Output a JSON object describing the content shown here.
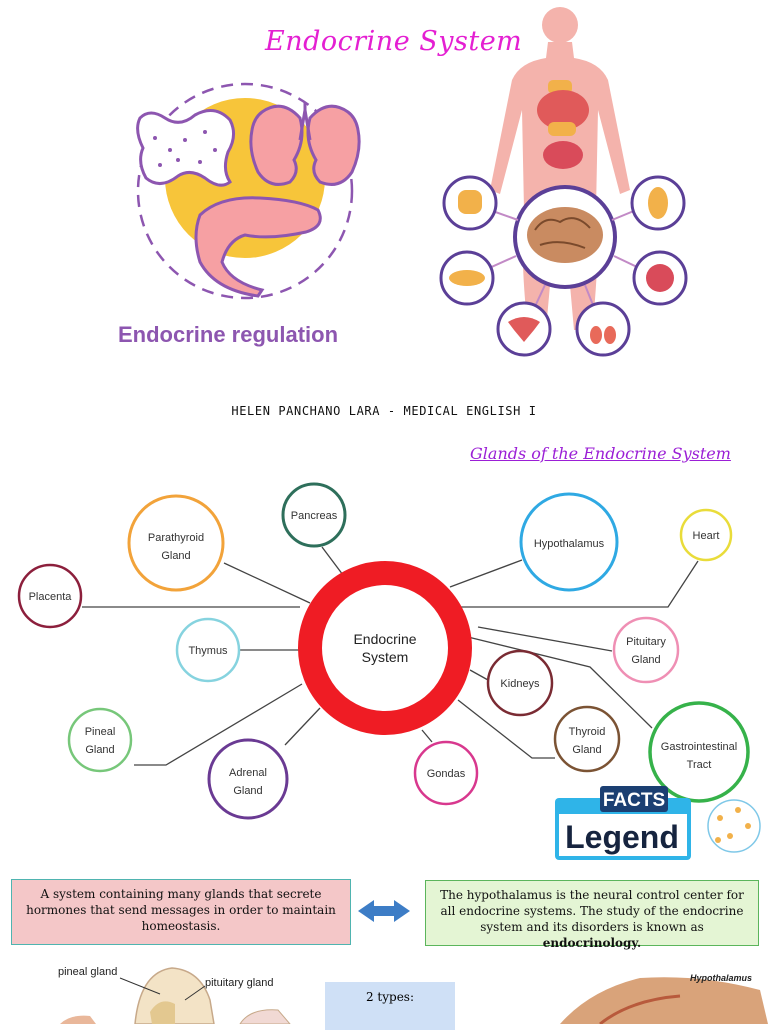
{
  "title": "Endocrine System",
  "regulation_label": "Endocrine regulation",
  "author_line": "HELEN PANCHANO LARA - MEDICAL ENGLISH I",
  "glands_heading": "Glands of the Endocrine System",
  "diagram": {
    "center": [
      "Endocrine",
      "System"
    ],
    "nodes": [
      {
        "id": "parathyroid",
        "lines": [
          "Parathyroid",
          "Gland"
        ],
        "color": "#f2a33a"
      },
      {
        "id": "pancreas",
        "lines": [
          "Pancreas"
        ],
        "color": "#2e6f5b"
      },
      {
        "id": "hypothalamus",
        "lines": [
          "Hypothalamus"
        ],
        "color": "#2fa9e3"
      },
      {
        "id": "heart",
        "lines": [
          "Heart"
        ],
        "color": "#e9dc3a"
      },
      {
        "id": "placenta",
        "lines": [
          "Placenta"
        ],
        "color": "#8c1f3c"
      },
      {
        "id": "thymus",
        "lines": [
          "Thymus"
        ],
        "color": "#86d3df"
      },
      {
        "id": "pituitary",
        "lines": [
          "Pituitary",
          "Gland"
        ],
        "color": "#ef8fb4"
      },
      {
        "id": "kidneys",
        "lines": [
          "Kidneys"
        ],
        "color": "#7a2b33"
      },
      {
        "id": "pineal",
        "lines": [
          "Pineal",
          "Gland"
        ],
        "color": "#77c77a"
      },
      {
        "id": "thyroid",
        "lines": [
          "Thyroid",
          "Gland"
        ],
        "color": "#7b5334"
      },
      {
        "id": "gastro",
        "lines": [
          "Gastrointestinal",
          "Tract"
        ],
        "color": "#36b24a"
      },
      {
        "id": "adrenal",
        "lines": [
          "Adrenal",
          "Gland"
        ],
        "color": "#6a3a93"
      },
      {
        "id": "gondas",
        "lines": [
          "Gondas"
        ],
        "color": "#d8388e"
      }
    ]
  },
  "facts_logo": {
    "line1": "FACTS",
    "line2": "Legend"
  },
  "box_left": "A system  containing many glands that secrete hormones that send messages in order to maintain homeostasis.",
  "box_right": "The hypothalamus is the neural control center for all endocrine systems. The study of the endocrine system and its disorders is known as endocrinology.",
  "types_label": "2 types:",
  "bottom_labels": {
    "pineal": "pineal gland",
    "pituitary": "pituitary gland",
    "hypothalamus": "Hypothalamus"
  },
  "colors": {
    "title": "#e41fd2",
    "regulation": "#8d56b0",
    "center_ring": "#ef1c24",
    "accent_purple": "#7b3fa8",
    "organ_pink": "#f6a0a3",
    "organ_yellow": "#f7c53a"
  }
}
